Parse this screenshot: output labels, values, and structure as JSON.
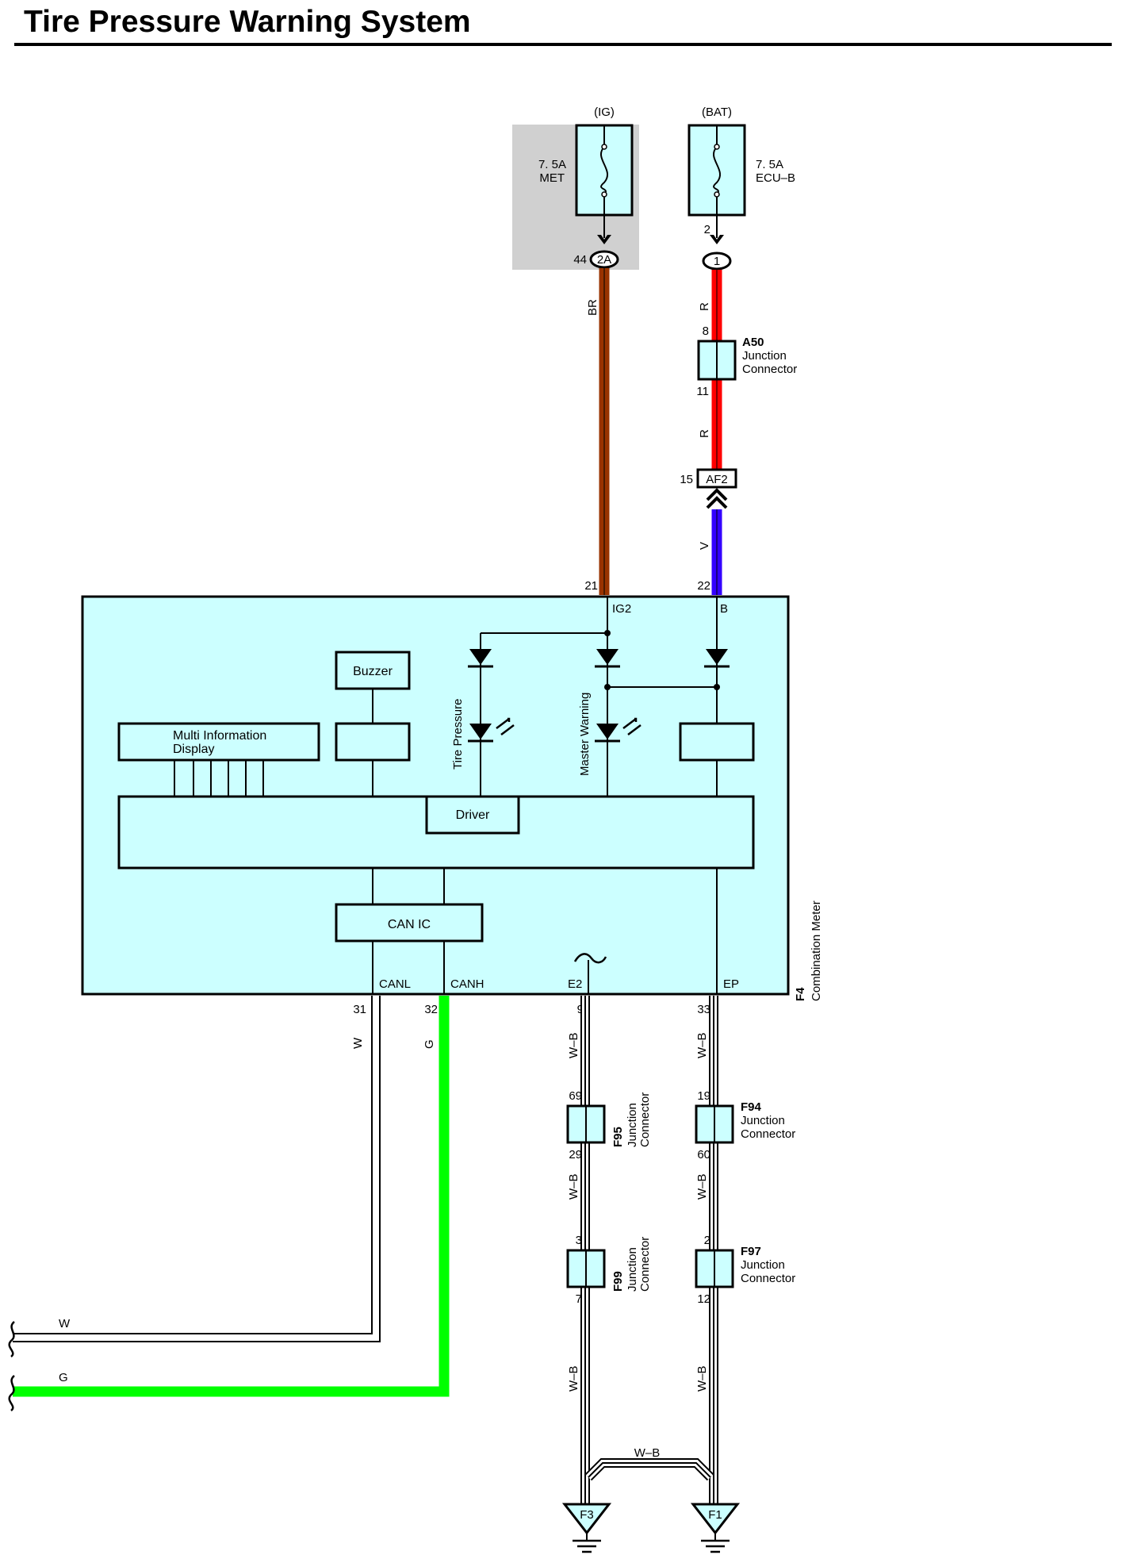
{
  "title": "Tire Pressure Warning System",
  "fuses": {
    "ig": {
      "source": "(IG)",
      "rating": "7. 5A",
      "name": "MET",
      "pin": "44",
      "connector": "2A"
    },
    "bat": {
      "source": "(BAT)",
      "rating": "7. 5A",
      "name": "ECU–B",
      "pin": "2",
      "connector": "1"
    }
  },
  "wires": {
    "br": "BR",
    "r": "R",
    "v": "V",
    "w": "W",
    "g": "G",
    "wb": "W–B"
  },
  "connectors": {
    "a50": {
      "id": "A50",
      "desc1": "Junction",
      "desc2": "Connector",
      "pin_top": "8",
      "pin_bottom": "11"
    },
    "af2": {
      "id": "AF2",
      "pin": "15"
    },
    "f94": {
      "id": "F94",
      "desc1": "Junction",
      "desc2": "Connector",
      "pin_top": "19",
      "pin_bottom": "60"
    },
    "f97": {
      "id": "F97",
      "desc1": "Junction",
      "desc2": "Connector",
      "pin_top": "2",
      "pin_bottom": "12"
    },
    "f95": {
      "id": "F95",
      "desc1": "Junction",
      "desc2": "Connector",
      "pin_top": "69",
      "pin_bottom": "29"
    },
    "f99": {
      "id": "F99",
      "desc1": "Junction",
      "desc2": "Connector",
      "pin_top": "3",
      "pin_bottom": "7"
    }
  },
  "meter": {
    "id": "F4",
    "name": "Combination Meter",
    "pins": {
      "ig2": "21",
      "b": "22",
      "canl": "31",
      "canh": "32",
      "e2": "9",
      "ep": "33"
    },
    "terminals": {
      "ig2": "IG2",
      "b": "B",
      "canl": "CANL",
      "canh": "CANH",
      "e2": "E2",
      "ep": "EP"
    },
    "blocks": {
      "buzzer": "Buzzer",
      "mid_line1": "Multi Information",
      "mid_line2": "Display",
      "driver": "Driver",
      "can_ic": "CAN IC"
    },
    "indicators": {
      "tire": "Tire Pressure",
      "master": "Master Warning"
    }
  },
  "grounds": {
    "f3": "F3",
    "f1": "F1"
  },
  "colors": {
    "meter_fill": "#ccffff",
    "fuse_highlight": "#d0d0d0",
    "wire_br": "#993300",
    "wire_r": "#ff0000",
    "wire_v": "#3300ff",
    "wire_g": "#00ff00"
  }
}
